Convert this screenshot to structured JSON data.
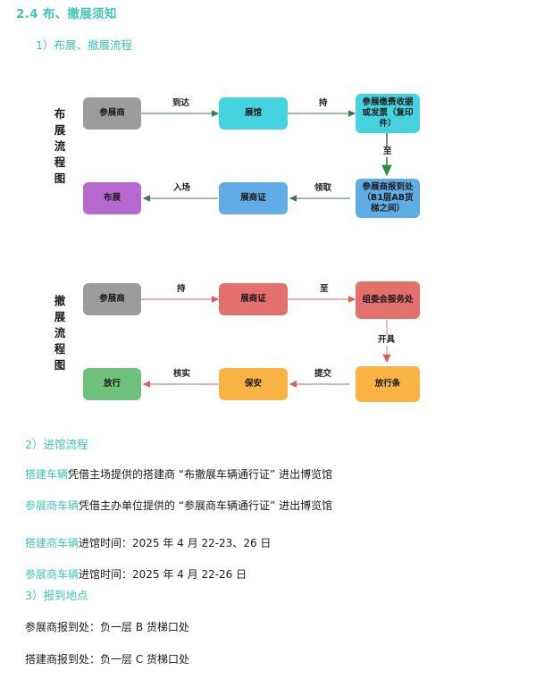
{
  "page": {
    "section_number_title": "2.4  布、撤展须知",
    "accent_color": "#3cc8b4"
  },
  "subsections": [
    {
      "label": "1）布展、撤展流程"
    },
    {
      "label": "2）进馆流程"
    },
    {
      "label": "3）报到地点"
    }
  ],
  "flowcharts": [
    {
      "name": "setup-flow",
      "side_label": "布展流程图",
      "arrow_color": "#5a8a63",
      "nodes": [
        {
          "id": "n1",
          "text": "参展商",
          "color": "#9c9c9c"
        },
        {
          "id": "n2",
          "text": "展馆",
          "color": "#45d3e0"
        },
        {
          "id": "n3",
          "text": "参展缴费收据或发票（复印件）",
          "color": "#45d3e0"
        },
        {
          "id": "n4",
          "text": "参展商报到处（B1层AB货梯之间）",
          "color": "#5fade4"
        },
        {
          "id": "n5",
          "text": "展商证",
          "color": "#5fade4"
        },
        {
          "id": "n6",
          "text": "布展",
          "color": "#b869cf"
        }
      ],
      "edges": [
        {
          "label": "到达"
        },
        {
          "label": "持"
        },
        {
          "label": "至"
        },
        {
          "label": "领取"
        },
        {
          "label": "入场"
        }
      ]
    },
    {
      "name": "teardown-flow",
      "side_label": "撤展流程图",
      "arrow_color": "#e08585",
      "nodes": [
        {
          "id": "m1",
          "text": "参展商",
          "color": "#9c9c9c"
        },
        {
          "id": "m2",
          "text": "展商证",
          "color": "#e4706e"
        },
        {
          "id": "m3",
          "text": "组委会服务处",
          "color": "#e4706e"
        },
        {
          "id": "m4",
          "text": "放行条",
          "color": "#f9b342"
        },
        {
          "id": "m5",
          "text": "保安",
          "color": "#f9b342"
        },
        {
          "id": "m6",
          "text": "放行",
          "color": "#6fc07a"
        }
      ],
      "edges": [
        {
          "label": "持"
        },
        {
          "label": "至"
        },
        {
          "label": "开具"
        },
        {
          "label": "提交"
        },
        {
          "label": "核实"
        }
      ]
    }
  ],
  "entry_process": [
    {
      "highlight": "搭建车辆",
      "rest": "凭借主场提供的搭建商 “布撤展车辆通行证” 进出博览馆"
    },
    {
      "highlight": "参展商车辆",
      "rest": "凭借主办单位提供的 “参展商车辆通行证” 进出博览馆"
    },
    {
      "highlight": "搭建商车辆",
      "rest": "进馆时间：2025 年 4 月 22-23、26 日"
    },
    {
      "highlight": "参展商车辆",
      "rest": "进馆时间：2025 年 4 月 22-26 日"
    }
  ],
  "report_locations": [
    {
      "highlight": "",
      "rest": "参展商报到处：负一层 B 货梯口处"
    },
    {
      "highlight": "",
      "rest": "搭建商报到处：负一层 C 货梯口处"
    }
  ]
}
